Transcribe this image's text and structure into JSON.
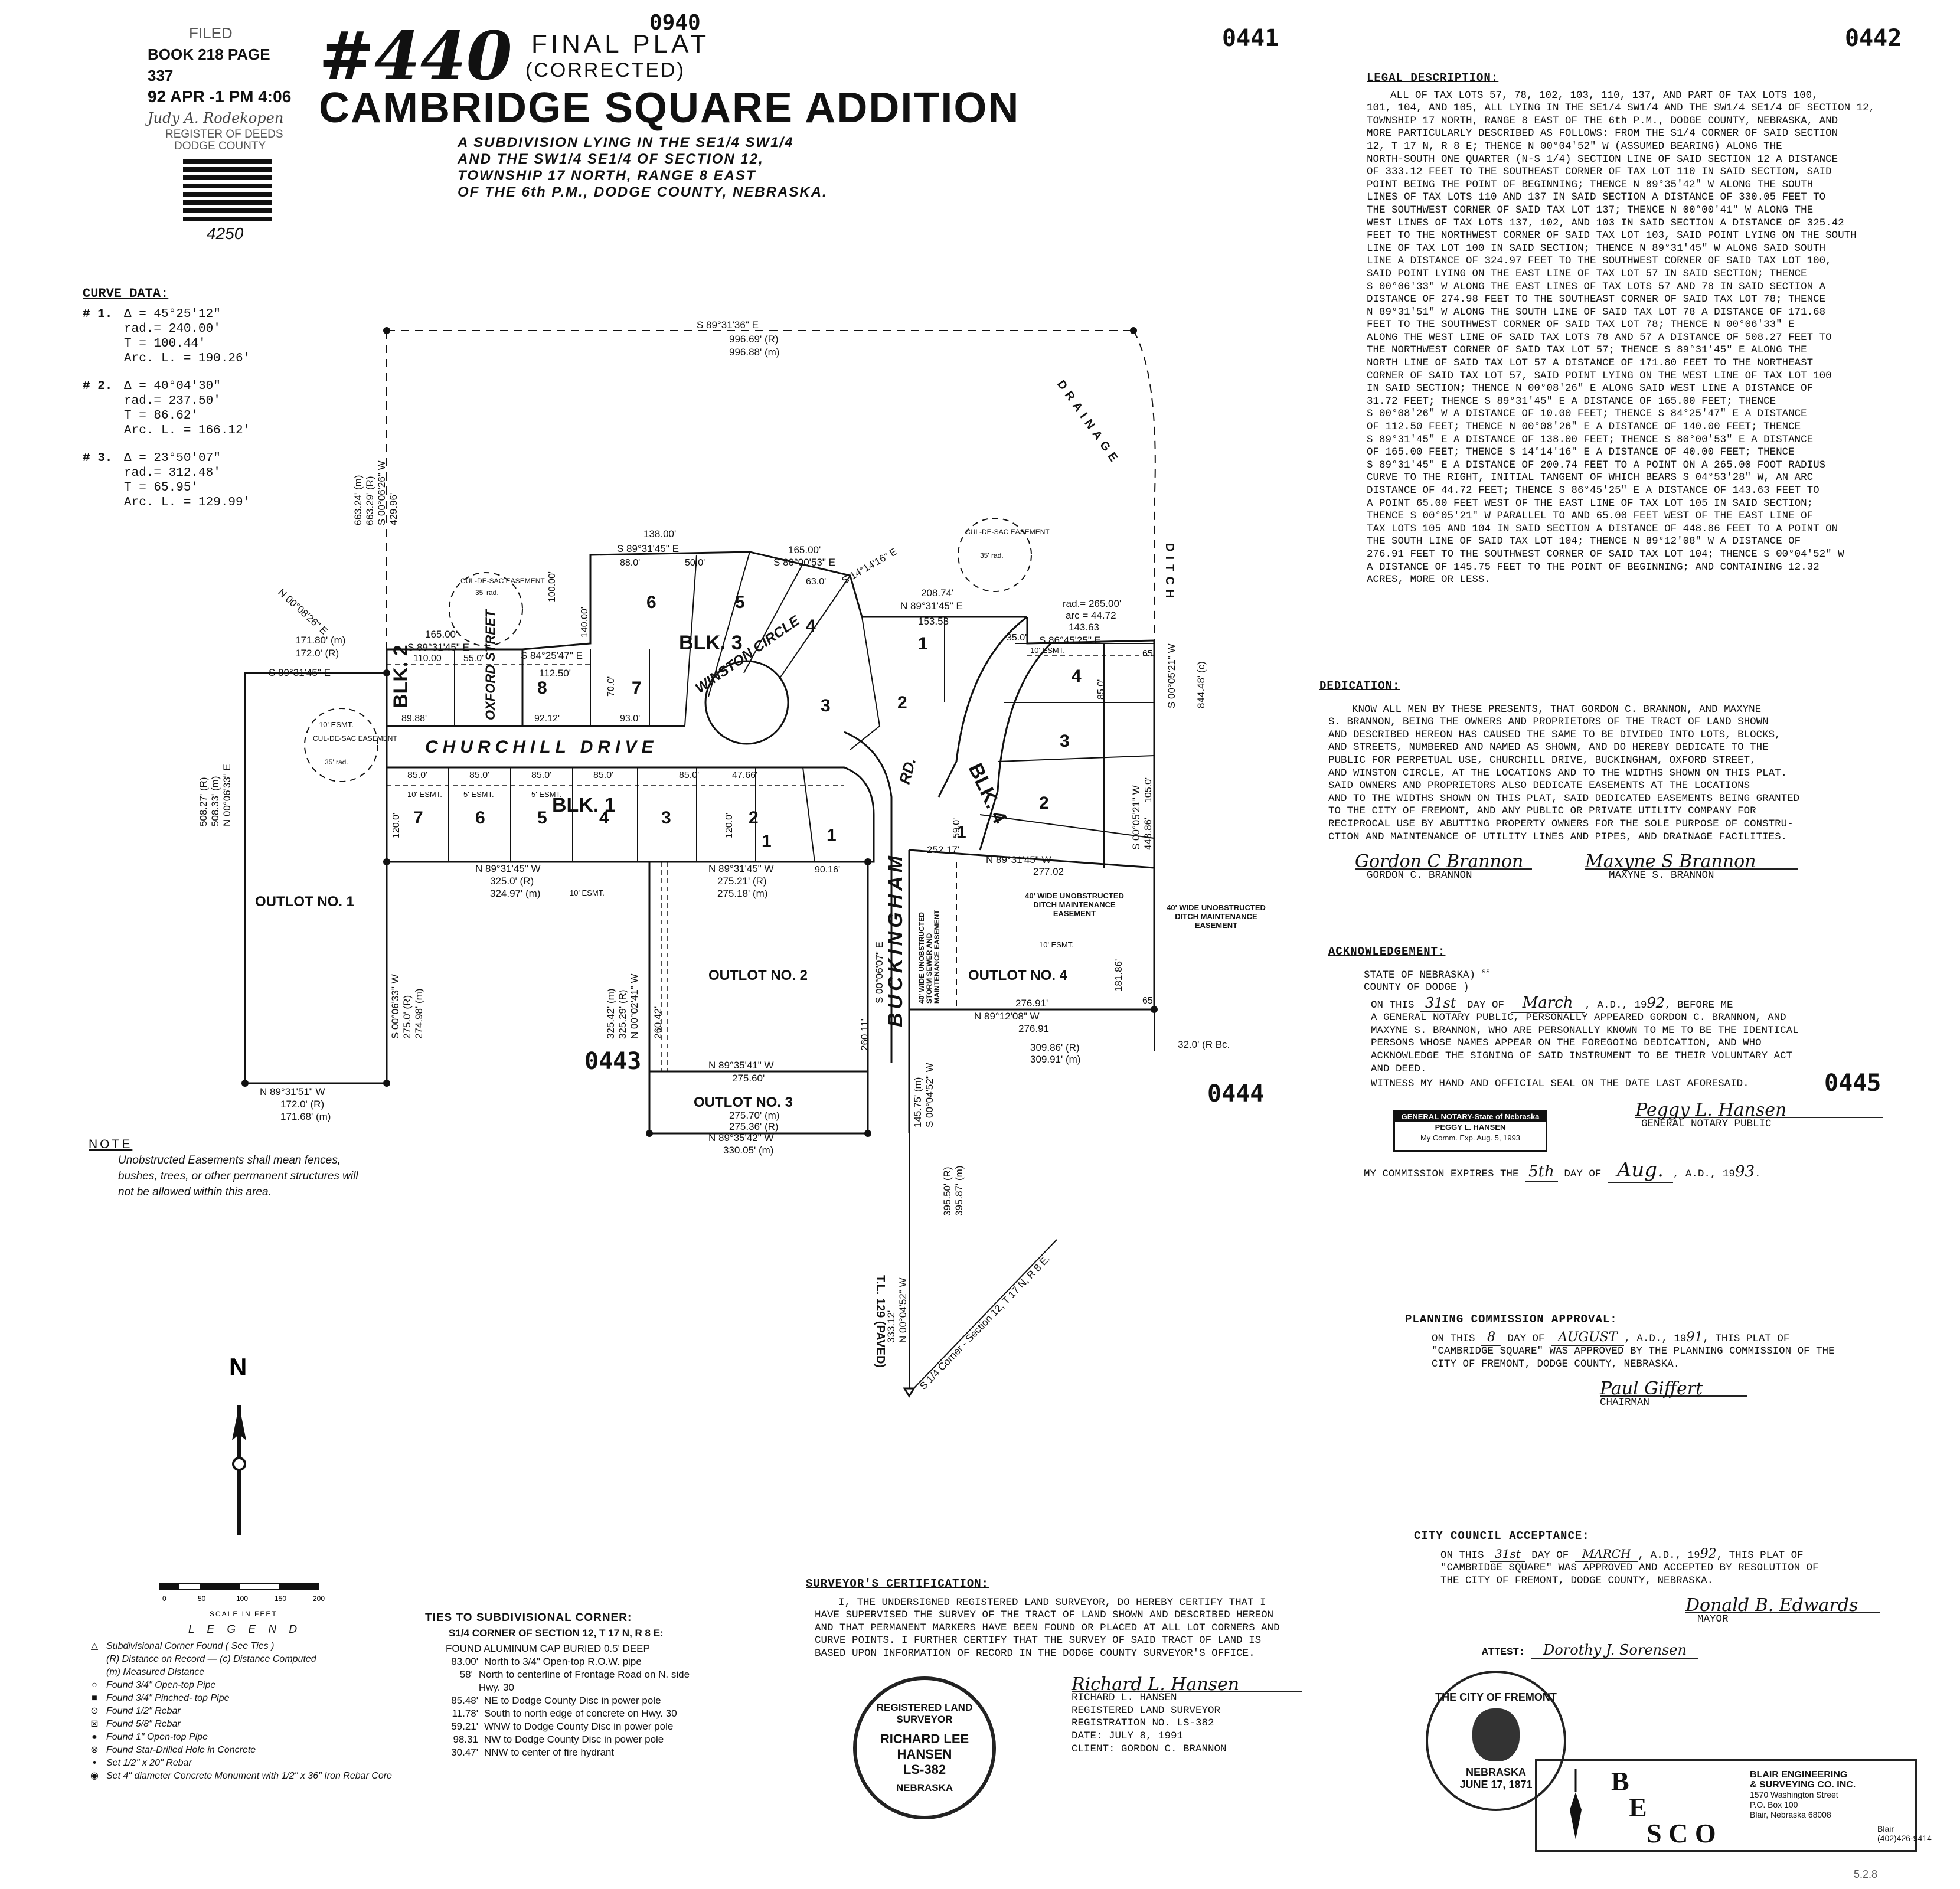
{
  "header": {
    "filed_stamp": [
      "FILED",
      "BOOK 218 PAGE 337",
      "92 APR -1 PM 4:06",
      "Judy A. Rodekopen",
      "REGISTER OF DEEDS",
      "DODGE COUNTY"
    ],
    "plat_number": "#440",
    "final_plat": "FINAL  PLAT",
    "corrected": "(CORRECTED)",
    "title": "CAMBRIDGE SQUARE ADDITION",
    "subtitle": [
      "A SUBDIVISION LYING IN THE SE1/4 SW1/4",
      "AND THE SW1/4 SE1/4 OF SECTION 12,",
      "TOWNSHIP 17 NORTH, RANGE 8 EAST",
      "OF THE 6th P.M., DODGE COUNTY, NEBRASKA."
    ],
    "page_numbers": {
      "top_center": "0940",
      "p441": "0441",
      "p442": "0442",
      "p443": "0443",
      "p444": "0444",
      "p445": "0445"
    },
    "redaction_number": "4250"
  },
  "curve_data": {
    "title": "CURVE  DATA:",
    "curves": [
      {
        "id": "# 1.",
        "delta": "Δ = 45°25'12\"",
        "rad": "rad.= 240.00'",
        "t": "T  = 100.44'",
        "arc": "Arc. L. = 190.26'"
      },
      {
        "id": "# 2.",
        "delta": "Δ = 40°04'30\"",
        "rad": "rad.= 237.50'",
        "t": "T  = 86.62'",
        "arc": "Arc. L. = 166.12'"
      },
      {
        "id": "# 3.",
        "delta": "Δ = 23°50'07\"",
        "rad": "rad.= 312.48'",
        "t": "T  = 65.95'",
        "arc": "Arc. L. = 129.99'"
      }
    ]
  },
  "plat_map": {
    "streets": {
      "churchill": "CHURCHILL      DRIVE",
      "buckingham": "BUCKINGHAM",
      "oxford": "OXFORD STREET",
      "winston": "WINSTON CIRCLE",
      "rd": "RD.",
      "drainage": "DRAINAGE",
      "ditch": "DITCH",
      "paved": "T.L. 129 (PAVED)"
    },
    "blocks": {
      "blk1": "BLK. 1",
      "blk2": "BLK. 2",
      "blk3": "BLK. 3",
      "blk4": "BLK. 4"
    },
    "outlots": {
      "o1": "OUTLOT NO. 1",
      "o2": "OUTLOT NO. 2",
      "o3": "OUTLOT NO. 3",
      "o4": "OUTLOT NO. 4"
    },
    "lots": [
      "7",
      "6",
      "5",
      "4",
      "3",
      "2",
      "1",
      "8",
      "7",
      "6",
      "5",
      "4",
      "3",
      "2",
      "1",
      "4",
      "3",
      "2",
      "1",
      "1"
    ],
    "bearings": {
      "top": "S 89°31'36\" E",
      "top_r": "996.69' (R)",
      "top_m": "996.88' (m)",
      "w1": "663.24' (m)",
      "w2": "663.29' (R)",
      "w3": "S 00°06'26\" W",
      "w4": "429.96'",
      "nw": "N 00°08'26\" E",
      "nw_d1": "171.80' (m)",
      "nw_d2": "172.0' (R)",
      "nw_b": "S 89°31'45\" E",
      "n1": "165.00'",
      "n1b": "S 89°31'45\" E",
      "n2": "S 84°25'47\" E",
      "n2d": "112.50'",
      "b3a": "138.00'",
      "b3b": "S 89°31'45\" E",
      "b3c": "165.00'",
      "b3d": "S 80°00'53\" E",
      "b4a": "S 14°14'16\" E",
      "b4b": "208.74'",
      "b4c": "N 89°31'45\" E",
      "b4d": "153.53",
      "e1": "143.63",
      "e2": "S 86°45'25\" E",
      "e3": "rad.= 265.00'",
      "e4": "arc = 44.72",
      "e5": "S 00°05'21\" W",
      "e6": "844.48' (c)",
      "e7": "S 00°05'21\" W",
      "e8": "448.86'",
      "s1": "N 89°31'45\" W",
      "s2": "325.0' (R)",
      "s3": "324.97' (m)",
      "s4": "N 89°31'45\" W",
      "s5": "275.21' (R)",
      "s6": "275.18' (m)",
      "s7": "N 89°31'45\" W",
      "s8": "252.17'",
      "s9": "277.02",
      "o1a": "508.27' (R)",
      "o1b": "508.33' (m)",
      "o1c": "N 00°06'33\" E",
      "o1d": "S 00°06'33\" W",
      "o1e": "275.0' (R)",
      "o1f": "274.98' (m)",
      "o1g": "N 89°31'51\" W",
      "o1h": "172.0' (R)",
      "o1i": "171.68' (m)",
      "o2a": "325.42' (m)",
      "o2b": "325.29' (R)",
      "o2c": "N 00°02'41\" W",
      "o2d": "260.42'",
      "o2e": "N 89°35'41\" W",
      "o2f": "275.60'",
      "o2g": "S 00°06'07\" E",
      "o2h": "260.11'",
      "o3a": "275.70' (m)",
      "o3b": "275.36' (R)",
      "o3c": "N 89°35'42\" W",
      "o3d": "330.05' (m)",
      "o4a": "276.91'",
      "o4b": "N 89°12'08\" W",
      "o4c": "276.91",
      "o4d": "309.86' (R)",
      "o4e": "309.91' (m)",
      "o4f": "181.86'",
      "bk1": "145.75' (m)",
      "bk2": "S 00°04'52\" W",
      "bk3": "395.50' (R)",
      "bk4": "395.87' (m)",
      "tie1": "333.12'",
      "tie2": "N 00°04'52\" W",
      "sec": "S 1/4 Corner - Section 12, T 17 N, R 8 E.",
      "bc": "32.0' (R Bc.",
      "esmt": "10' ESMT.",
      "esmt5": "5' ESMT.",
      "cds": "CUL-DE-SAC EASEMENT",
      "cds_r": "35' rad.",
      "ditch_esmt": "40' WIDE UNOBSTRUCTED DITCH MAINTENANCE EASEMENT",
      "storm": "40' WIDE UNOBSTRUCTED STORM SEWER AND MAINTENANCE EASEMENT"
    },
    "lot_dims": [
      "85.0'",
      "85.0'",
      "85.0'",
      "85.0'",
      "85.0'",
      "47.66'",
      "120.0'",
      "110.00",
      "55.0'",
      "89.88'",
      "92.12'",
      "93.0'",
      "88.0'",
      "50.0'",
      "63.0'",
      "70.0'",
      "140.00'",
      "100.00'",
      "35.0'",
      "105.0'",
      "85.0'",
      "65'",
      "65'",
      "59.0'",
      "90.16'",
      "120.0'"
    ]
  },
  "scale": {
    "ticks": [
      "0",
      "50",
      "100",
      "150",
      "200"
    ],
    "label": "SCALE IN FEET",
    "north": "N"
  },
  "note": {
    "title": "NOTE",
    "text": "Unobstructed Easements shall mean fences, bushes, trees, or other permanent structures will not be allowed within this area."
  },
  "legend": {
    "title": "L E G E N D",
    "items": [
      {
        "sym": "△",
        "text": "Subdivisional Corner Found ( See Ties )"
      },
      {
        "sym": "",
        "text": "(R) Distance on Record — (c) Distance Computed"
      },
      {
        "sym": "",
        "text": "(m) Measured Distance"
      },
      {
        "sym": "○",
        "text": "Found 3/4\" Open-top Pipe"
      },
      {
        "sym": "■",
        "text": "Found 3/4\" Pinched- top Pipe"
      },
      {
        "sym": "⊙",
        "text": "Found 1/2\" Rebar"
      },
      {
        "sym": "⊠",
        "text": "Found 5/8\" Rebar"
      },
      {
        "sym": "●",
        "text": "Found 1\" Open-top Pipe"
      },
      {
        "sym": "⊗",
        "text": "Found Star-Drilled Hole in Concrete"
      },
      {
        "sym": "•",
        "text": "Set 1/2\" x 20\" Rebar"
      },
      {
        "sym": "◉",
        "text": "Set 4\" diameter Concrete Monument with 1/2\" x 36\" Iron Rebar Core"
      }
    ]
  },
  "ties": {
    "title": "TIES  TO  SUBDIVISIONAL  CORNER:",
    "subtitle": "S1/4 CORNER OF SECTION 12, T 17 N, R 8 E:",
    "found": "FOUND ALUMINUM CAP BURIED 0.5' DEEP",
    "items": [
      {
        "d": "83.00'",
        "t": "North to 3/4\" Open-top R.O.W. pipe"
      },
      {
        "d": "58'",
        "t": "North to centerline of Frontage Road on N. side Hwy. 30"
      },
      {
        "d": "85.48'",
        "t": "NE to Dodge County Disc in power pole"
      },
      {
        "d": "11.78'",
        "t": "South to north edge of concrete on Hwy. 30"
      },
      {
        "d": "59.21'",
        "t": "WNW to Dodge County Disc in power pole"
      },
      {
        "d": "98.31",
        "t": "NW to Dodge County Disc in power pole"
      },
      {
        "d": "30.47'",
        "t": "NNW to center of fire hydrant"
      }
    ]
  },
  "legal": {
    "title": "LEGAL  DESCRIPTION:",
    "lines": [
      "ALL OF TAX LOTS 57, 78, 102, 103, 110, 137, AND PART OF TAX LOTS 100,",
      "101, 104, AND 105, ALL LYING IN THE SE1/4 SW1/4 AND THE SW1/4 SE1/4 OF SECTION 12,",
      "TOWNSHIP 17 NORTH, RANGE 8 EAST OF THE 6th P.M., DODGE COUNTY, NEBRASKA, AND",
      "MORE PARTICULARLY DESCRIBED AS FOLLOWS:  FROM THE S1/4 CORNER OF SAID SECTION",
      "12, T 17 N, R 8 E;  THENCE N 00°04'52\" W (ASSUMED BEARING) ALONG THE",
      "NORTH-SOUTH ONE QUARTER (N-S 1/4) SECTION LINE OF SAID SECTION 12 A DISTANCE",
      "OF 333.12 FEET TO THE SOUTHEAST CORNER OF TAX LOT 110 IN SAID SECTION, SAID",
      "POINT BEING THE POINT OF BEGINNING;  THENCE N 89°35'42\" W ALONG THE SOUTH",
      "LINES OF TAX LOTS 110 AND 137 IN SAID SECTION A DISTANCE OF 330.05 FEET TO",
      "THE SOUTHWEST CORNER OF SAID TAX LOT 137;  THENCE N 00°00'41\" W ALONG THE",
      "WEST LINES OF TAX LOTS 137, 102, AND 103 IN SAID SECTION A DISTANCE OF 325.42",
      "FEET TO THE NORTHWEST CORNER OF SAID TAX LOT 103, SAID POINT LYING ON THE SOUTH",
      "LINE OF TAX LOT 100 IN SAID SECTION;  THENCE N 89°31'45\" W ALONG SAID SOUTH",
      "LINE A DISTANCE OF 324.97 FEET TO THE SOUTHWEST CORNER OF SAID TAX LOT 100,",
      "SAID POINT LYING ON THE EAST LINE OF TAX LOT 57 IN SAID SECTION;  THENCE",
      "S 00°06'33\" W ALONG THE EAST LINES OF TAX LOTS 57 AND 78 IN SAID SECTION A",
      "DISTANCE OF 274.98 FEET TO THE SOUTHEAST CORNER OF SAID TAX LOT 78;  THENCE",
      "N 89°31'51\" W ALONG THE SOUTH LINE OF SAID TAX LOT 78 A DISTANCE OF 171.68",
      "FEET TO THE SOUTHWEST CORNER OF SAID TAX LOT 78;  THENCE N 00°06'33\" E",
      "ALONG THE WEST LINE OF SAID TAX LOTS 78 AND 57 A DISTANCE OF 508.27 FEET TO",
      "THE NORTHWEST CORNER OF SAID TAX LOT 57;  THENCE S 89°31'45\" E ALONG THE",
      "NORTH LINE OF SAID TAX LOT 57 A DISTANCE OF 171.80 FEET TO THE NORTHEAST",
      "CORNER OF SAID TAX LOT 57, SAID POINT LYING ON THE WEST LINE OF TAX LOT 100",
      "IN SAID SECTION;  THENCE N 00°08'26\" E ALONG SAID WEST LINE A DISTANCE OF",
      "31.72 FEET;  THENCE S 89°31'45\" E A DISTANCE OF 165.00 FEET;  THENCE",
      "S 00°08'26\" W A DISTANCE OF 10.00 FEET;  THENCE S 84°25'47\" E A DISTANCE",
      "OF 112.50 FEET;  THENCE N 00°08'26\" E A DISTANCE OF 140.00 FEET;  THENCE",
      "S 89°31'45\" E A DISTANCE OF 138.00 FEET;  THENCE S 80°00'53\" E A DISTANCE",
      "OF 165.00 FEET;  THENCE S 14°14'16\" E A DISTANCE OF 40.00 FEET;  THENCE",
      "S 89°31'45\" E A DISTANCE OF 200.74 FEET TO A POINT ON A 265.00 FOOT RADIUS",
      "CURVE TO THE RIGHT, INITIAL TANGENT OF WHICH BEARS S 04°53'28\" W, AN ARC",
      "DISTANCE OF 44.72 FEET;  THENCE S 86°45'25\" E A DISTANCE OF 143.63 FEET TO",
      "A POINT 65.00 FEET WEST OF THE EAST LINE OF TAX LOT 105 IN SAID SECTION;",
      "THENCE S 00°05'21\" W PARALLEL TO AND 65.00 FEET WEST OF THE EAST LINE OF",
      "TAX LOTS 105 AND 104 IN SAID SECTION A DISTANCE OF 448.86 FEET TO A POINT ON",
      "THE SOUTH LINE OF SAID TAX LOT 104;  THENCE N 89°12'08\" W A DISTANCE OF",
      "276.91 FEET TO THE SOUTHWEST CORNER OF SAID TAX LOT 104;  THENCE S 00°04'52\" W",
      "A DISTANCE OF 145.75 FEET TO THE POINT OF BEGINNING;  AND CONTAINING 12.32",
      "ACRES, MORE OR LESS."
    ]
  },
  "dedication": {
    "title": "DEDICATION:",
    "lines": [
      "KNOW ALL MEN BY THESE PRESENTS, THAT GORDON C. BRANNON, AND MAXYNE",
      "S. BRANNON, BEING THE OWNERS AND PROPRIETORS OF THE TRACT OF LAND SHOWN",
      "AND DESCRIBED HEREON HAS CAUSED THE SAME TO BE DIVIDED INTO LOTS, BLOCKS,",
      "AND STREETS, NUMBERED AND NAMED AS SHOWN, AND DO HEREBY DEDICATE TO THE",
      "PUBLIC FOR PERPETUAL USE, CHURCHILL DRIVE, BUCKINGHAM, OXFORD STREET,",
      "AND WINSTON CIRCLE, AT THE LOCATIONS AND TO THE WIDTHS SHOWN ON THIS PLAT.",
      "SAID OWNERS AND PROPRIETORS ALSO DEDICATE EASEMENTS AT THE LOCATIONS",
      "AND TO THE WIDTHS SHOWN ON THIS PLAT, SAID DEDICATED EASEMENTS BEING GRANTED",
      "TO THE CITY OF FREMONT, AND ANY PUBLIC OR PRIVATE UTILITY COMPANY FOR",
      "RECIPROCAL USE BY ABUTTING PROPERTY OWNERS FOR THE SOLE PURPOSE OF CONSTRU-",
      "CTION AND MAINTENANCE OF UTILITY LINES AND PIPES, AND DRAINAGE FACILITIES."
    ],
    "sig1_name": "GORDON C. BRANNON",
    "sig2_name": "MAXYNE S. BRANNON",
    "sig1_script": "Gordon C Brannon",
    "sig2_script": "Maxyne S Brannon"
  },
  "acknowledgement": {
    "title": "ACKNOWLEDGEMENT:",
    "state": "STATE OF NEBRASKA)",
    "ss": "ss",
    "county": "COUNTY OF DODGE  )",
    "line1_a": "ON THIS",
    "line1_day": "31st",
    "line1_b": "DAY OF",
    "line1_month": "March",
    "line1_c": ", A.D., 19",
    "line1_year": "92",
    "line1_d": ", BEFORE ME",
    "lines": [
      "A GENERAL NOTARY PUBLIC, PERSONALLY APPEARED GORDON C. BRANNON, AND",
      "MAXYNE S. BRANNON, WHO ARE PERSONALLY KNOWN TO ME TO BE THE IDENTICAL",
      "PERSONS WHOSE NAMES APPEAR ON THE FOREGOING DEDICATION, AND WHO",
      "ACKNOWLEDGE THE SIGNING OF SAID INSTRUMENT TO BE THEIR VOLUNTARY ACT",
      "AND DEED."
    ],
    "witness": "WITNESS MY HAND AND OFFICIAL SEAL ON THE DATE LAST AFORESAID.",
    "stamp": [
      "GENERAL NOTARY-State of Nebraska",
      "PEGGY L. HANSEN",
      "My Comm. Exp. Aug. 5, 1993"
    ],
    "notary_script": "Peggy L. Hansen",
    "notary_label": "GENERAL NOTARY PUBLIC",
    "comm_a": "MY COMMISSION EXPIRES THE",
    "comm_day": "5th",
    "comm_b": "DAY OF",
    "comm_month": "Aug.",
    "comm_c": ", A.D., 19",
    "comm_year": "93"
  },
  "planning": {
    "title": "PLANNING  COMMISSION  APPROVAL:",
    "a": "ON THIS",
    "day": "8",
    "b": "DAY OF",
    "month": "AUGUST",
    "c": ", A.D., 19",
    "year": "91",
    "d": ", THIS PLAT OF",
    "lines": [
      "\"CAMBRIDGE SQUARE\" WAS APPROVED BY THE PLANNING COMMISSION OF THE",
      "CITY OF FREMONT, DODGE COUNTY, NEBRASKA."
    ],
    "sig_script": "Paul Giffert",
    "sig_label": "CHAIRMAN"
  },
  "council": {
    "title": "CITY  COUNCIL  ACCEPTANCE:",
    "a": "ON THIS",
    "day": "31st",
    "b": "DAY OF",
    "month": "MARCH",
    "c": ", A.D., 19",
    "year": "92",
    "d": ", THIS PLAT OF",
    "lines": [
      "\"CAMBRIDGE SQUARE\" WAS APPROVED AND ACCEPTED BY RESOLUTION OF",
      "THE CITY OF FREMONT, DODGE COUNTY, NEBRASKA."
    ],
    "sig_script": "Donald B. Edwards",
    "sig_label": "MAYOR",
    "attest": "ATTEST:",
    "attest_script": "Dorothy J. Sorensen",
    "seal": [
      "THE CITY OF FREMONT",
      "NEBRASKA",
      "JUNE 17, 1871"
    ]
  },
  "surveyor": {
    "title": "SURVEYOR'S  CERTIFICATION:",
    "lines": [
      "I, THE UNDERSIGNED REGISTERED LAND SURVEYOR, DO HEREBY CERTIFY THAT I",
      "HAVE SUPERVISED THE SURVEY OF THE TRACT OF LAND SHOWN AND DESCRIBED HEREON",
      "AND THAT PERMANENT MARKERS HAVE BEEN FOUND OR PLACED AT ALL LOT CORNERS AND",
      "CURVE POINTS.   I FURTHER CERTIFY THAT THE SURVEY OF SAID TRACT OF LAND IS",
      "BASED UPON INFORMATION OF RECORD IN THE DODGE COUNTY SURVEYOR'S OFFICE."
    ],
    "sig_script": "Richard L. Hansen",
    "info": [
      "RICHARD L. HANSEN",
      "REGISTERED LAND SURVEYOR",
      "REGISTRATION NO.  LS-382",
      "DATE:  JULY 8, 1991",
      "CLIENT:  GORDON C. BRANNON"
    ],
    "seal": [
      "REGISTERED LAND SURVEYOR",
      "RICHARD LEE",
      "HANSEN",
      "LS-382",
      "NEBRASKA"
    ]
  },
  "besco": {
    "letters": [
      "B",
      "E",
      "S",
      "C",
      "O"
    ],
    "info": [
      "BLAIR ENGINEERING",
      "& SURVEYING CO. INC.",
      "1570 Washington Street",
      "P.O. Box 100",
      "Blair, Nebraska 68008",
      "Blair",
      "(402)426-9414"
    ]
  },
  "footer": "5.2.8"
}
